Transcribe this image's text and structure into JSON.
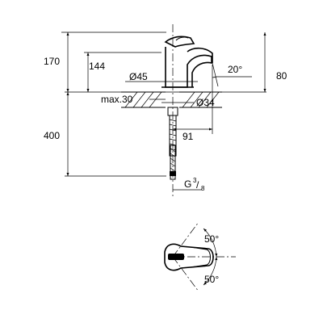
{
  "side_view": {
    "dim_total_height": "170",
    "dim_spout_height": "144",
    "dim_body_diameter": "Ø45",
    "dim_spout_angle": "20°",
    "dim_spout_reach_height": "80",
    "dim_max_deck": "max.30",
    "dim_hole_diameter": "Ø34",
    "dim_spout_projection": "91",
    "dim_hose_length": "400",
    "thread_label": "G",
    "thread_num": "3",
    "thread_den": "8"
  },
  "top_view": {
    "angle_upper": "50°",
    "angle_lower": "50°"
  }
}
